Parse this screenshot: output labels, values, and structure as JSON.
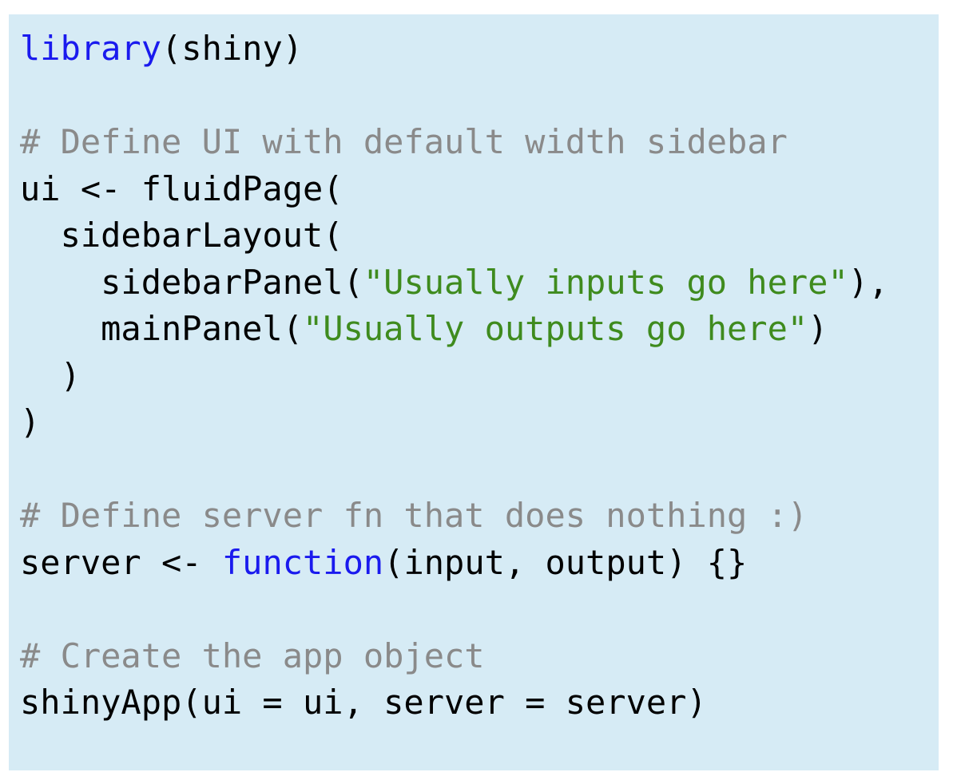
{
  "document": {
    "type": "code-block",
    "language": "R",
    "background_color": "#d6ebf5",
    "page_background_color": "#ffffff",
    "colors": {
      "keyword": "#1a1aee",
      "string": "#3f8b1e",
      "comment": "#8a8a8a",
      "plain": "#000000"
    },
    "lines": [
      {
        "index": 0,
        "text": "library(shiny)",
        "tokens": [
          {
            "text": "library",
            "type": "keyword"
          },
          {
            "text": "(shiny)",
            "type": "plain"
          }
        ]
      },
      {
        "index": 1,
        "text": "",
        "tokens": []
      },
      {
        "index": 2,
        "text": "# Define UI with default width sidebar",
        "tokens": [
          {
            "text": "# Define UI with default width sidebar",
            "type": "comment"
          }
        ]
      },
      {
        "index": 3,
        "text": "ui <- fluidPage(",
        "tokens": [
          {
            "text": "ui <- fluidPage(",
            "type": "plain"
          }
        ]
      },
      {
        "index": 4,
        "text": "  sidebarLayout(",
        "tokens": [
          {
            "text": "  sidebarLayout(",
            "type": "plain"
          }
        ]
      },
      {
        "index": 5,
        "text": "    sidebarPanel(\"Usually inputs go here\"),",
        "tokens": [
          {
            "text": "    sidebarPanel(",
            "type": "plain"
          },
          {
            "text": "\"Usually inputs go here\"",
            "type": "string"
          },
          {
            "text": "),",
            "type": "plain"
          }
        ]
      },
      {
        "index": 6,
        "text": "    mainPanel(\"Usually outputs go here\")",
        "tokens": [
          {
            "text": "    mainPanel(",
            "type": "plain"
          },
          {
            "text": "\"Usually outputs go here\"",
            "type": "string"
          },
          {
            "text": ")",
            "type": "plain"
          }
        ]
      },
      {
        "index": 7,
        "text": "  )",
        "tokens": [
          {
            "text": "  )",
            "type": "plain"
          }
        ]
      },
      {
        "index": 8,
        "text": ")",
        "tokens": [
          {
            "text": ")",
            "type": "plain"
          }
        ]
      },
      {
        "index": 9,
        "text": "",
        "tokens": []
      },
      {
        "index": 10,
        "text": "# Define server fn that does nothing :)",
        "tokens": [
          {
            "text": "# Define server fn that does nothing :)",
            "type": "comment"
          }
        ]
      },
      {
        "index": 11,
        "text": "server <- function(input, output) {}",
        "tokens": [
          {
            "text": "server <- ",
            "type": "plain"
          },
          {
            "text": "function",
            "type": "keyword"
          },
          {
            "text": "(input, output) {}",
            "type": "plain"
          }
        ]
      },
      {
        "index": 12,
        "text": "",
        "tokens": []
      },
      {
        "index": 13,
        "text": "# Create the app object",
        "tokens": [
          {
            "text": "# Create the app object",
            "type": "comment"
          }
        ]
      },
      {
        "index": 14,
        "text": "shinyApp(ui = ui, server = server)",
        "tokens": [
          {
            "text": "shinyApp(ui = ui, server = server)",
            "type": "plain"
          }
        ]
      }
    ]
  }
}
